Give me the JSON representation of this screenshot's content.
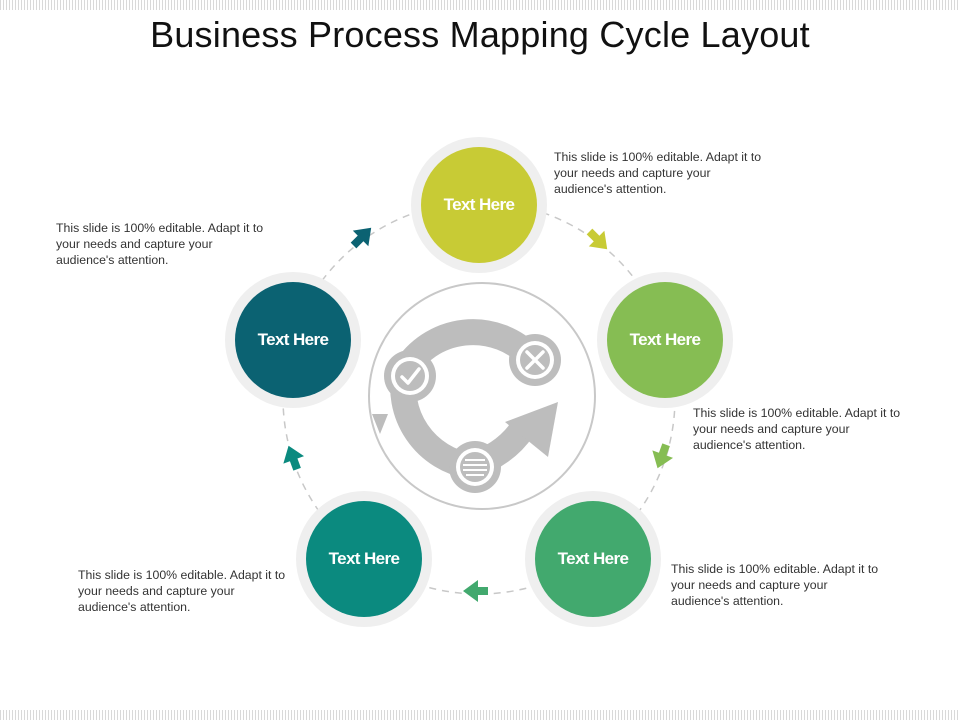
{
  "title": "Business Process Mapping Cycle Layout",
  "nodes": [
    {
      "label": "Text Here",
      "color": "#c8cb35",
      "description": "This slide is 100% editable. Adapt it to your needs and capture your audience's attention."
    },
    {
      "label": "Text Here",
      "color": "#86bd53",
      "description": "This slide is 100% editable. Adapt it to your needs and capture your audience's attention."
    },
    {
      "label": "Text Here",
      "color": "#42a96e",
      "description": "This slide is 100% editable. Adapt it to your needs and capture your audience's attention."
    },
    {
      "label": "Text Here",
      "color": "#0b8a7f",
      "description": "This slide is 100% editable. Adapt it to your needs and capture your audience's attention."
    },
    {
      "label": "Text Here",
      "color": "#0b6272",
      "description": "This slide is 100% editable. Adapt it to your needs and capture your audience's attention."
    }
  ],
  "center_icons": [
    "check-icon",
    "close-icon",
    "document-icon",
    "cycle-arrow-icon"
  ],
  "colors": {
    "ring": "#bdbdbd",
    "icon": "#bdbdbd",
    "halo": "#efefef"
  }
}
